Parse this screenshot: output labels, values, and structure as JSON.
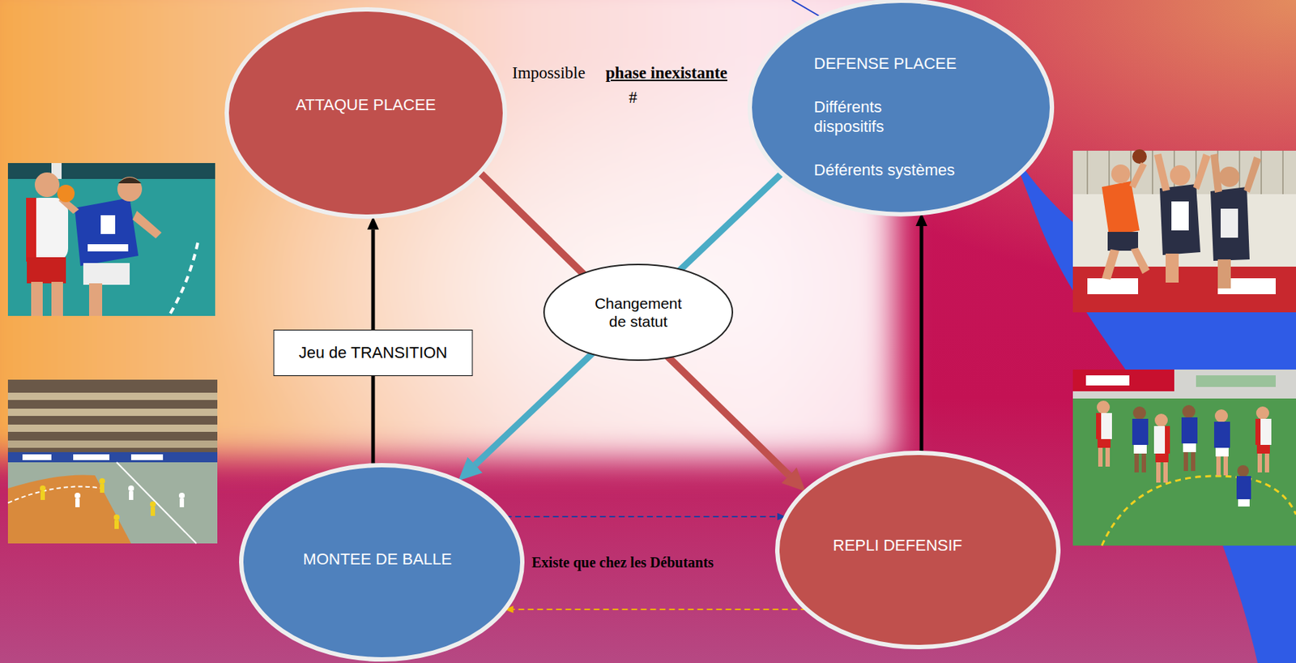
{
  "diagram": {
    "nodes": [
      {
        "text": [
          "ATTAQUE PLACEE"
        ]
      },
      {
        "text": [
          "DEFENSE PLACEE",
          "Différents dispositifs",
          "Déférents systèmes"
        ]
      },
      {
        "text": [
          "Changement de statut"
        ]
      },
      {
        "text": [
          "MONTEE DE BALLE"
        ]
      },
      {
        "text": [
          "REPLI DEFENSIF"
        ]
      }
    ],
    "edges": [
      {
        "from": 3,
        "to": 0,
        "arrow": "to",
        "label": "Jeu de TRANSITION"
      },
      {
        "from": 4,
        "to": 1,
        "arrow": "to"
      },
      {
        "from": 0,
        "to": 4,
        "arrow": "to"
      },
      {
        "from": 1,
        "to": 3,
        "arrow": "to"
      },
      {
        "from": 3,
        "to": 4,
        "arrow": "to"
      },
      {
        "from": 4,
        "to": 3,
        "arrow": "to"
      }
    ],
    "labels": [
      "Impossible",
      "phase inexistante",
      "#",
      "Existe que chez les Débutants"
    ]
  }
}
